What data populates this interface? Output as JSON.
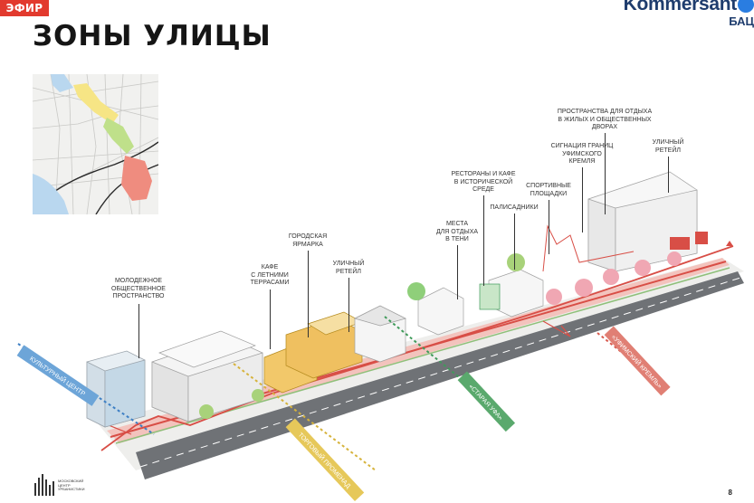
{
  "badge": "ЭФИР",
  "brand": {
    "name": "Kommersant",
    "sub": "БАЦ"
  },
  "title": "ЗОНЫ УЛИЦЫ",
  "labels": {
    "youth_space": "МОЛОДЕЖНОЕ\nОБЩЕСТВЕННОЕ\nПРОСТРАНСТВО",
    "cafe": "КАФЕ\nС ЛЕТНИМИ\nТЕРРАСАМИ",
    "fair": "ГОРОДСКАЯ\nЯРМАРКА",
    "retail_1": "УЛИЧНЫЙ\nРЕТЕЙЛ",
    "shade": "МЕСТА\nДЛЯ ОТДЫХА\nВ ТЕНИ",
    "restaurants": "РЕСТОРАНЫ И КАФЕ\nВ ИСТОРИЧЕСКОЙ\nСРЕДЕ",
    "gardens": "ПАЛИСАДНИКИ",
    "sports": "СПОРТИВНЫЕ\nПЛОЩАДКИ",
    "kremlin_sign": "СИГНАЦИЯ ГРАНИЦ\nУФИМСКОГО\nКРЕМЛЯ",
    "yards": "ПРОСТРАНСТВА ДЛЯ ОТДЫХА\nВ ЖИЛЫХ И ОБЩЕСТВЕННЫХ\nДВОРАХ",
    "retail_2": "УЛИЧНЫЙ\nРЕТЕЙЛ"
  },
  "zones": {
    "cultural": "КУЛЬТУРНЫЙ ЦЕНТР",
    "promenade": "ТОРГОВЫЙ ПРОМЕНАД",
    "old_ufa": "«СТАРАЯ УФА»",
    "kremlin": "«УФИМСКИЙ КРЕМЛЬ»"
  },
  "logo_text": "МОСКОВСКИЙ\nЦЕНТР\nУРБАНИСТИКИ",
  "page_number": "8",
  "colors": {
    "accent": "#e23a2e",
    "brand": "#1f3d6e",
    "cultural": "#3d7fc4",
    "promenade": "#d6b33c",
    "old_ufa": "#3f9a5a",
    "kremlin": "#d8584c"
  }
}
